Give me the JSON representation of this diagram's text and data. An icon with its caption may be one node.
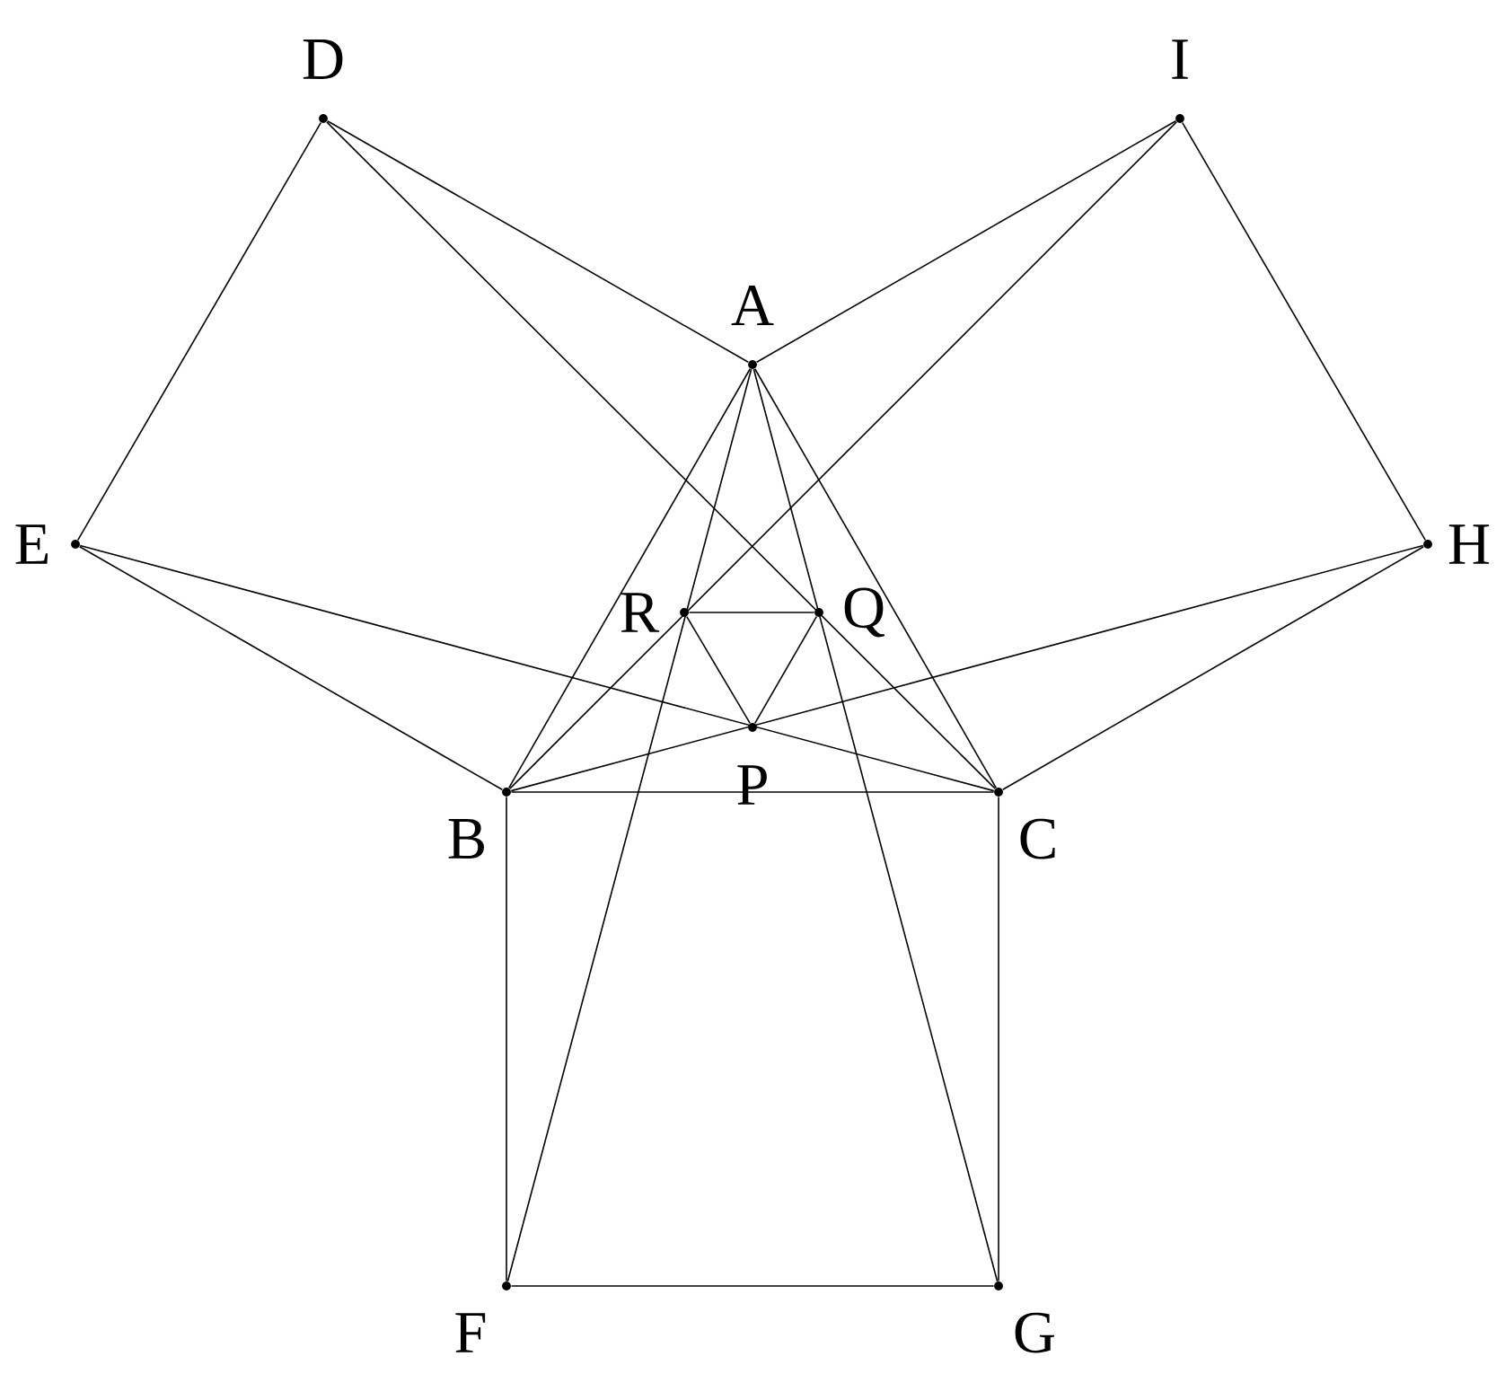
{
  "diagram": {
    "nodes": [
      {
        "text": [],
        "shape": "circle",
        "beside": [
          "D"
        ]
      },
      {
        "text": [],
        "shape": "circle",
        "beside": [
          "I"
        ]
      },
      {
        "text": [],
        "shape": "circle",
        "beside": [
          "A"
        ]
      },
      {
        "text": [],
        "shape": "circle",
        "beside": [
          "E"
        ]
      },
      {
        "text": [],
        "shape": "circle",
        "beside": [
          "H"
        ]
      },
      {
        "text": [],
        "shape": "circle",
        "beside": [
          "R"
        ]
      },
      {
        "text": [],
        "shape": "circle",
        "beside": [
          "Q"
        ]
      },
      {
        "text": [],
        "shape": "circle",
        "beside": [
          "P"
        ]
      },
      {
        "text": [],
        "shape": "circle",
        "beside": [
          "B"
        ]
      },
      {
        "text": [],
        "shape": "circle",
        "beside": [
          "C"
        ]
      },
      {
        "text": [],
        "shape": "circle",
        "beside": [
          "F"
        ]
      },
      {
        "text": [],
        "shape": "circle",
        "beside": [
          "G"
        ]
      }
    ],
    "edges": [
      {
        "from": 0,
        "to": 3,
        "arrow": "none"
      },
      {
        "from": 0,
        "to": 2,
        "arrow": "none"
      },
      {
        "from": 0,
        "to": 9,
        "arrow": "none"
      },
      {
        "from": 1,
        "to": 2,
        "arrow": "none"
      },
      {
        "from": 1,
        "to": 4,
        "arrow": "none"
      },
      {
        "from": 1,
        "to": 8,
        "arrow": "none"
      },
      {
        "from": 2,
        "to": 8,
        "arrow": "none"
      },
      {
        "from": 2,
        "to": 9,
        "arrow": "none"
      },
      {
        "from": 2,
        "to": 10,
        "arrow": "none"
      },
      {
        "from": 2,
        "to": 11,
        "arrow": "none"
      },
      {
        "from": 3,
        "to": 8,
        "arrow": "none"
      },
      {
        "from": 3,
        "to": 9,
        "arrow": "none"
      },
      {
        "from": 4,
        "to": 8,
        "arrow": "none"
      },
      {
        "from": 4,
        "to": 9,
        "arrow": "none"
      },
      {
        "from": 5,
        "to": 6,
        "arrow": "none"
      },
      {
        "from": 5,
        "to": 7,
        "arrow": "none"
      },
      {
        "from": 6,
        "to": 7,
        "arrow": "none"
      },
      {
        "from": 8,
        "to": 9,
        "arrow": "none"
      },
      {
        "from": 8,
        "to": 10,
        "arrow": "none"
      },
      {
        "from": 9,
        "to": 11,
        "arrow": "none"
      },
      {
        "from": 10,
        "to": 11,
        "arrow": "none"
      }
    ]
  }
}
